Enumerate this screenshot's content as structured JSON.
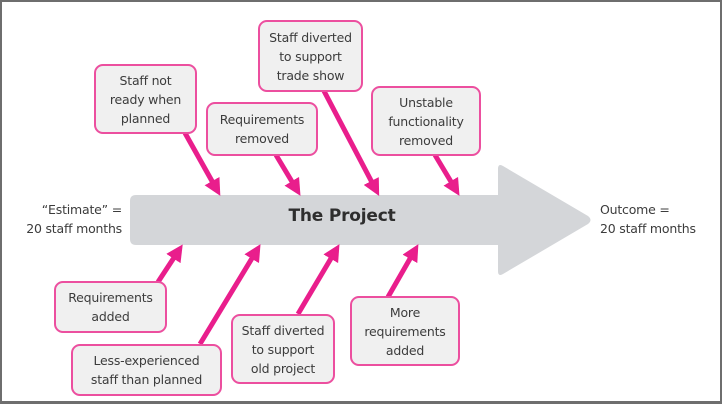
{
  "diagram": {
    "title": "The Project",
    "start_label": "“Estimate” =\n20 staff months",
    "end_label": "Outcome =\n20 staff months",
    "colors": {
      "accent": "#e91e8c",
      "box_border": "#ec4f9f",
      "box_fill": "#f0f0f0",
      "arrow_fill": "#d4d6d9",
      "text": "#3c3c3c"
    },
    "top_factors": [
      {
        "label": "Staff not\nready when\nplanned"
      },
      {
        "label": "Requirements\nremoved"
      },
      {
        "label": "Staff diverted\nto support\ntrade show"
      },
      {
        "label": "Unstable\nfunctionality\nremoved"
      }
    ],
    "bottom_factors": [
      {
        "label": "Requirements\nadded"
      },
      {
        "label": "Less-experienced\nstaff than planned"
      },
      {
        "label": "Staff diverted\nto support\nold project"
      },
      {
        "label": "More\nrequirements\nadded"
      }
    ]
  }
}
